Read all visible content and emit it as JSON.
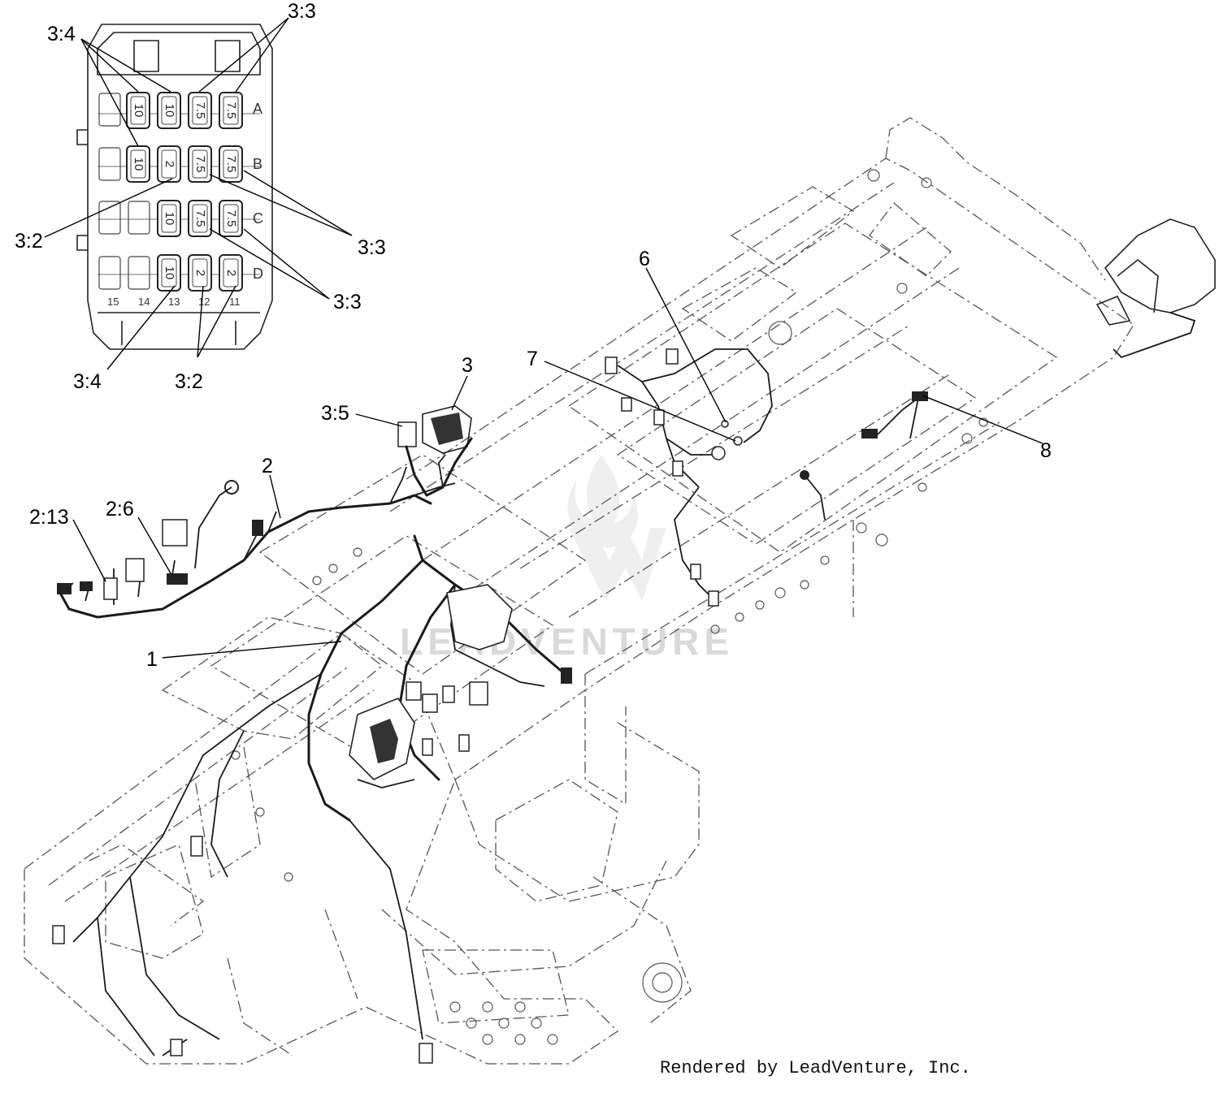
{
  "callouts": {
    "c_3_4_top": "3:4",
    "c_3_3_top": "3:3",
    "c_3_2_left": "3:2",
    "c_3_3_mid": "3:3",
    "c_3_3_low": "3:3",
    "c_3_4_bottom": "3:4",
    "c_3_2_bottom": "3:2",
    "c_6": "6",
    "c_7": "7",
    "c_3": "3",
    "c_3_5": "3:5",
    "c_8": "8",
    "c_2": "2",
    "c_2_13": "2:13",
    "c_2_6": "2:6",
    "c_1": "1"
  },
  "fuse_block": {
    "row_labels": [
      "A",
      "B",
      "C",
      "D"
    ],
    "col_labels": [
      "15",
      "14",
      "13",
      "12",
      "11"
    ],
    "rows": [
      [
        "10",
        "10",
        "7.5",
        "7.5"
      ],
      [
        "10",
        "2",
        "7.5",
        "7.5"
      ],
      [
        "10",
        "7.5",
        "7.5"
      ],
      [
        "10",
        "2",
        "2"
      ]
    ]
  },
  "watermark": "LEADVENTURE",
  "footer": "Rendered by LeadVenture, Inc."
}
